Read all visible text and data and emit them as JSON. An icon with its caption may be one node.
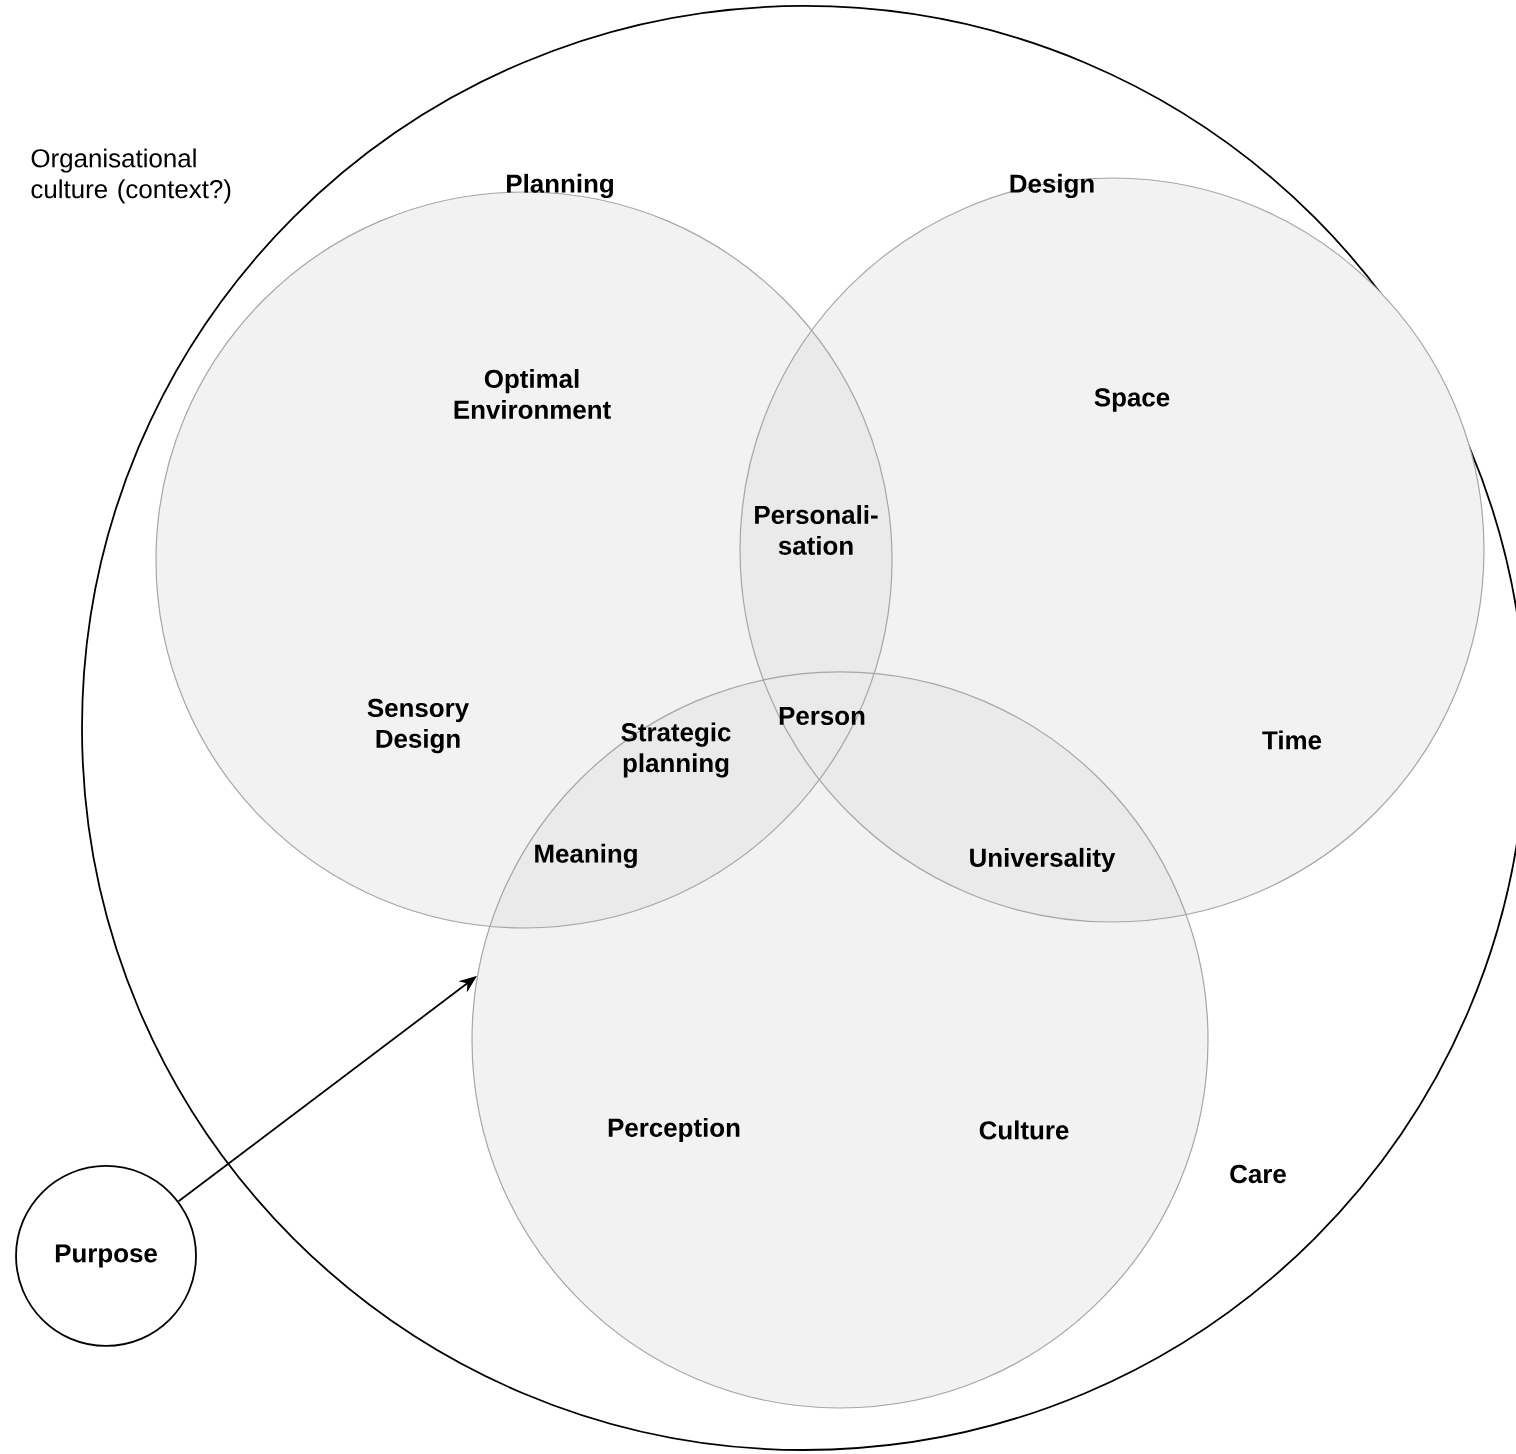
{
  "diagram": {
    "nodes": [
      {
        "text": [
          "Organisational culture (context?)"
        ]
      },
      {
        "text": [
          "Planning",
          "Optimal Environment",
          "Sensory Design"
        ],
        "in": 0
      },
      {
        "text": [
          "Design",
          "Space",
          "Time"
        ],
        "in": 0
      },
      {
        "text": [
          "Care",
          "Perception",
          "Culture"
        ],
        "in": 0
      },
      {
        "text": [
          "Purpose"
        ]
      }
    ],
    "edges": [
      {
        "from": 4,
        "to": 3,
        "arrow": "to"
      }
    ],
    "labels": [
      "Personali- sation",
      "Person",
      "Strategic planning",
      "Meaning",
      "Universality"
    ]
  }
}
